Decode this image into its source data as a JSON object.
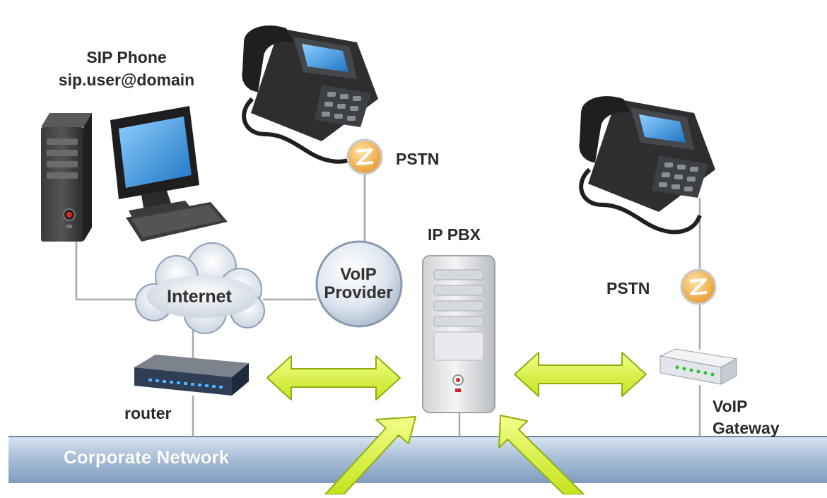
{
  "nodes": {
    "sip_phone": {
      "title": "SIP Phone",
      "address": "sip.user@domain"
    },
    "pstn_left": {
      "label": "PSTN"
    },
    "pstn_right": {
      "label": "PSTN"
    },
    "ip_pbx": {
      "label": "IP PBX"
    },
    "internet": {
      "label": "Internet"
    },
    "voip_provider": {
      "label_line1": "VoIP",
      "label_line2": "Provider"
    },
    "router": {
      "label": "router"
    },
    "voip_gateway": {
      "label_line1": "VoIP",
      "label_line2": "Gateway"
    },
    "corporate_network": {
      "label": "Corporate Network"
    }
  },
  "colors": {
    "connection_line": "#a8a8a8",
    "arrow_fill": "#d9f03a",
    "arrow_stroke": "#9cbb1a",
    "network_band": "#9db6d4",
    "pstn_badge": "#f0b24a",
    "phone_body": "#2e2e30",
    "screen_blue": "#3b9be0"
  },
  "icons": [
    "desktop-tower-icon",
    "monitor-icon",
    "keyboard-icon",
    "desk-phone-icon",
    "pstn-badge-icon",
    "cloud-icon",
    "router-icon",
    "server-tower-icon",
    "gateway-icon",
    "bidirectional-arrow-icon"
  ]
}
